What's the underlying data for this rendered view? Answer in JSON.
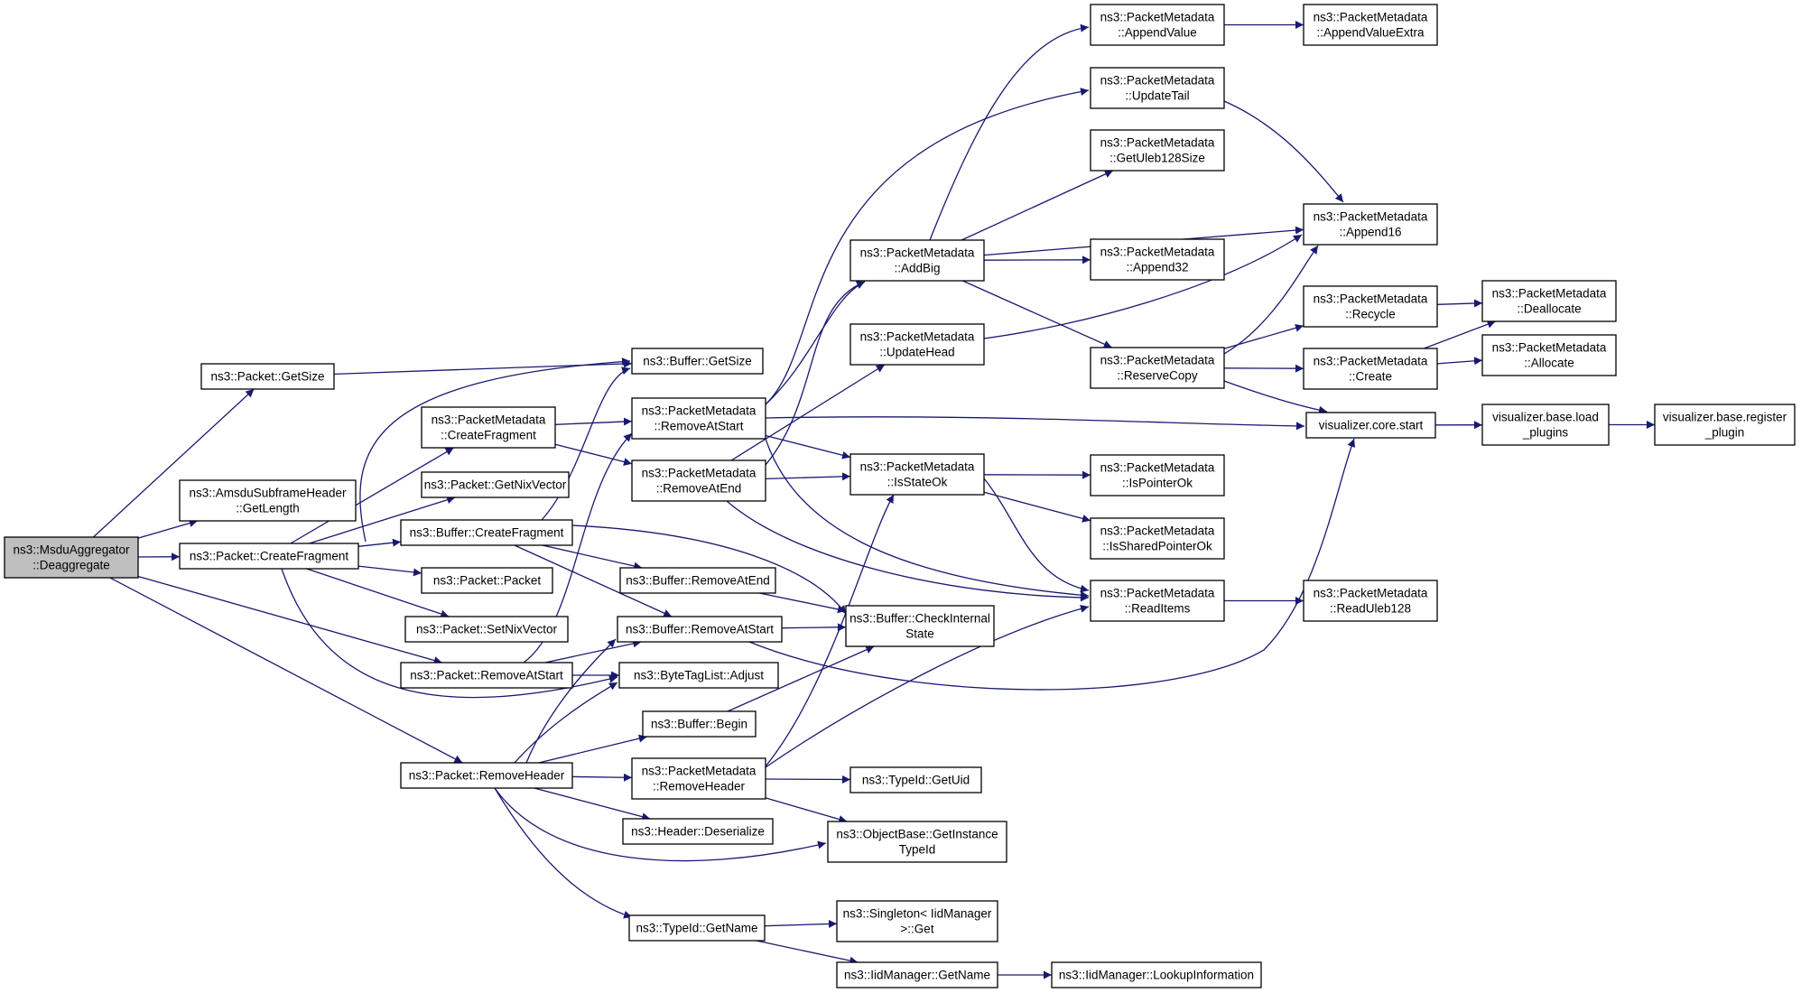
{
  "graph": {
    "root": "deaggregate",
    "edge_color": "#191970",
    "root_fill": "#bfbfbf",
    "nodes": [
      {
        "id": "deaggregate",
        "lines": [
          "ns3::MsduAggregator",
          "::Deaggregate"
        ]
      },
      {
        "id": "packet_getsize",
        "lines": [
          "ns3::Packet::GetSize"
        ]
      },
      {
        "id": "amsdu_getlength",
        "lines": [
          "ns3::AmsduSubframeHeader",
          "::GetLength"
        ]
      },
      {
        "id": "packet_createfragment",
        "lines": [
          "ns3::Packet::CreateFragment"
        ]
      },
      {
        "id": "packet_removeatstart",
        "lines": [
          "ns3::Packet::RemoveAtStart"
        ]
      },
      {
        "id": "packet_removeheader",
        "lines": [
          "ns3::Packet::RemoveHeader"
        ]
      },
      {
        "id": "buffer_getsize",
        "lines": [
          "ns3::Buffer::GetSize"
        ]
      },
      {
        "id": "pm_createfragment",
        "lines": [
          "ns3::PacketMetadata",
          "::CreateFragment"
        ]
      },
      {
        "id": "packet_getnixvector",
        "lines": [
          "ns3::Packet::GetNixVector"
        ]
      },
      {
        "id": "buffer_createfragment",
        "lines": [
          "ns3::Buffer::CreateFragment"
        ]
      },
      {
        "id": "packet_packet",
        "lines": [
          "ns3::Packet::Packet"
        ]
      },
      {
        "id": "packet_setnixvector",
        "lines": [
          "ns3::Packet::SetNixVector"
        ]
      },
      {
        "id": "pm_removeatstart",
        "lines": [
          "ns3::PacketMetadata",
          "::RemoveAtStart"
        ]
      },
      {
        "id": "pm_removeatend",
        "lines": [
          "ns3::PacketMetadata",
          "::RemoveAtEnd"
        ]
      },
      {
        "id": "buffer_removeatend",
        "lines": [
          "ns3::Buffer::RemoveAtEnd"
        ]
      },
      {
        "id": "buffer_removeatstart",
        "lines": [
          "ns3::Buffer::RemoveAtStart"
        ]
      },
      {
        "id": "bytetaglist_adjust",
        "lines": [
          "ns3::ByteTagList::Adjust"
        ]
      },
      {
        "id": "buffer_begin",
        "lines": [
          "ns3::Buffer::Begin"
        ]
      },
      {
        "id": "pm_removeheader",
        "lines": [
          "ns3::PacketMetadata",
          "::RemoveHeader"
        ]
      },
      {
        "id": "header_deserialize",
        "lines": [
          "ns3::Header::Deserialize"
        ]
      },
      {
        "id": "typeid_getname",
        "lines": [
          "ns3::TypeId::GetName"
        ]
      },
      {
        "id": "pm_addbig",
        "lines": [
          "ns3::PacketMetadata",
          "::AddBig"
        ]
      },
      {
        "id": "pm_updatehead",
        "lines": [
          "ns3::PacketMetadata",
          "::UpdateHead"
        ]
      },
      {
        "id": "pm_isstateok",
        "lines": [
          "ns3::PacketMetadata",
          "::IsStateOk"
        ]
      },
      {
        "id": "buffer_checkinternalstate",
        "lines": [
          "ns3::Buffer::CheckInternal",
          "State"
        ]
      },
      {
        "id": "typeid_getuid",
        "lines": [
          "ns3::TypeId::GetUid"
        ]
      },
      {
        "id": "objectbase_getinstancetypeid",
        "lines": [
          "ns3::ObjectBase::GetInstance",
          "TypeId"
        ]
      },
      {
        "id": "singleton_get",
        "lines": [
          "ns3::Singleton< IidManager",
          " >::Get"
        ]
      },
      {
        "id": "iidmanager_getname",
        "lines": [
          "ns3::IidManager::GetName"
        ]
      },
      {
        "id": "pm_appendvalue",
        "lines": [
          "ns3::PacketMetadata",
          "::AppendValue"
        ]
      },
      {
        "id": "pm_updatetail",
        "lines": [
          "ns3::PacketMetadata",
          "::UpdateTail"
        ]
      },
      {
        "id": "pm_getuleb128size",
        "lines": [
          "ns3::PacketMetadata",
          "::GetUleb128Size"
        ]
      },
      {
        "id": "pm_append32",
        "lines": [
          "ns3::PacketMetadata",
          "::Append32"
        ]
      },
      {
        "id": "pm_reservecopy",
        "lines": [
          "ns3::PacketMetadata",
          "::ReserveCopy"
        ]
      },
      {
        "id": "pm_ispointerok",
        "lines": [
          "ns3::PacketMetadata",
          "::IsPointerOk"
        ]
      },
      {
        "id": "pm_issharedpointerok",
        "lines": [
          "ns3::PacketMetadata",
          "::IsSharedPointerOk"
        ]
      },
      {
        "id": "pm_readitems",
        "lines": [
          "ns3::PacketMetadata",
          "::ReadItems"
        ]
      },
      {
        "id": "iidmanager_lookupinformation",
        "lines": [
          "ns3::IidManager::LookupInformation"
        ]
      },
      {
        "id": "pm_appendvalueextra",
        "lines": [
          "ns3::PacketMetadata",
          "::AppendValueExtra"
        ]
      },
      {
        "id": "pm_append16",
        "lines": [
          "ns3::PacketMetadata",
          "::Append16"
        ]
      },
      {
        "id": "pm_recycle",
        "lines": [
          "ns3::PacketMetadata",
          "::Recycle"
        ]
      },
      {
        "id": "pm_create",
        "lines": [
          "ns3::PacketMetadata",
          "::Create"
        ]
      },
      {
        "id": "visualizer_core_start",
        "lines": [
          "visualizer.core.start"
        ]
      },
      {
        "id": "pm_readuleb128",
        "lines": [
          "ns3::PacketMetadata",
          "::ReadUleb128"
        ]
      },
      {
        "id": "pm_deallocate",
        "lines": [
          "ns3::PacketMetadata",
          "::Deallocate"
        ]
      },
      {
        "id": "pm_allocate",
        "lines": [
          "ns3::PacketMetadata",
          "::Allocate"
        ]
      },
      {
        "id": "visualizer_base_load_plugins",
        "lines": [
          "visualizer.base.load",
          "_plugins"
        ]
      },
      {
        "id": "visualizer_base_register_plugin",
        "lines": [
          "visualizer.base.register",
          "_plugin"
        ]
      }
    ],
    "edges": [
      [
        "deaggregate",
        "packet_getsize"
      ],
      [
        "deaggregate",
        "amsdu_getlength"
      ],
      [
        "deaggregate",
        "packet_createfragment"
      ],
      [
        "deaggregate",
        "packet_removeatstart"
      ],
      [
        "deaggregate",
        "packet_removeheader"
      ],
      [
        "packet_getsize",
        "buffer_getsize"
      ],
      [
        "packet_createfragment",
        "buffer_getsize"
      ],
      [
        "packet_createfragment",
        "pm_createfragment"
      ],
      [
        "packet_createfragment",
        "packet_getnixvector"
      ],
      [
        "packet_createfragment",
        "buffer_createfragment"
      ],
      [
        "packet_createfragment",
        "packet_packet"
      ],
      [
        "packet_createfragment",
        "packet_setnixvector"
      ],
      [
        "packet_createfragment",
        "bytetaglist_adjust"
      ],
      [
        "pm_createfragment",
        "pm_removeatstart"
      ],
      [
        "pm_createfragment",
        "pm_removeatend"
      ],
      [
        "buffer_createfragment",
        "buffer_getsize"
      ],
      [
        "buffer_createfragment",
        "buffer_removeatend"
      ],
      [
        "buffer_createfragment",
        "buffer_removeatstart"
      ],
      [
        "buffer_createfragment",
        "buffer_checkinternalstate"
      ],
      [
        "packet_removeatstart",
        "pm_removeatstart"
      ],
      [
        "packet_removeatstart",
        "buffer_removeatstart"
      ],
      [
        "packet_removeatstart",
        "bytetaglist_adjust"
      ],
      [
        "packet_removeheader",
        "buffer_removeatstart"
      ],
      [
        "packet_removeheader",
        "bytetaglist_adjust"
      ],
      [
        "packet_removeheader",
        "buffer_begin"
      ],
      [
        "packet_removeheader",
        "pm_removeheader"
      ],
      [
        "packet_removeheader",
        "header_deserialize"
      ],
      [
        "packet_removeheader",
        "objectbase_getinstancetypeid"
      ],
      [
        "packet_removeheader",
        "typeid_getname"
      ],
      [
        "pm_removeatstart",
        "pm_addbig"
      ],
      [
        "pm_removeatstart",
        "pm_updatetail"
      ],
      [
        "pm_removeatstart",
        "pm_isstateok"
      ],
      [
        "pm_removeatstart",
        "pm_readitems"
      ],
      [
        "pm_removeatstart",
        "visualizer_core_start"
      ],
      [
        "pm_removeatend",
        "pm_addbig"
      ],
      [
        "pm_removeatend",
        "pm_updatehead"
      ],
      [
        "pm_removeatend",
        "pm_isstateok"
      ],
      [
        "pm_removeatend",
        "pm_readitems"
      ],
      [
        "buffer_removeatend",
        "buffer_checkinternalstate"
      ],
      [
        "buffer_removeatstart",
        "buffer_checkinternalstate"
      ],
      [
        "buffer_removeatstart",
        "visualizer_core_start"
      ],
      [
        "buffer_begin",
        "buffer_checkinternalstate"
      ],
      [
        "pm_removeheader",
        "pm_isstateok"
      ],
      [
        "pm_removeheader",
        "pm_readitems"
      ],
      [
        "pm_removeheader",
        "typeid_getuid"
      ],
      [
        "pm_removeheader",
        "objectbase_getinstancetypeid"
      ],
      [
        "typeid_getname",
        "singleton_get"
      ],
      [
        "typeid_getname",
        "iidmanager_getname"
      ],
      [
        "iidmanager_getname",
        "iidmanager_lookupinformation"
      ],
      [
        "pm_addbig",
        "pm_appendvalue"
      ],
      [
        "pm_addbig",
        "pm_getuleb128size"
      ],
      [
        "pm_addbig",
        "pm_append16"
      ],
      [
        "pm_addbig",
        "pm_append32"
      ],
      [
        "pm_addbig",
        "pm_reservecopy"
      ],
      [
        "pm_updatehead",
        "pm_append16"
      ],
      [
        "pm_updatetail",
        "pm_append16"
      ],
      [
        "pm_appendvalue",
        "pm_appendvalueextra"
      ],
      [
        "pm_isstateok",
        "pm_ispointerok"
      ],
      [
        "pm_isstateok",
        "pm_issharedpointerok"
      ],
      [
        "pm_isstateok",
        "pm_readitems"
      ],
      [
        "pm_reservecopy",
        "pm_append16"
      ],
      [
        "pm_reservecopy",
        "pm_recycle"
      ],
      [
        "pm_reservecopy",
        "pm_create"
      ],
      [
        "pm_reservecopy",
        "visualizer_core_start"
      ],
      [
        "pm_readitems",
        "pm_readuleb128"
      ],
      [
        "pm_recycle",
        "pm_deallocate"
      ],
      [
        "pm_create",
        "pm_deallocate"
      ],
      [
        "pm_create",
        "pm_allocate"
      ],
      [
        "visualizer_core_start",
        "visualizer_base_load_plugins"
      ],
      [
        "visualizer_base_load_plugins",
        "visualizer_base_register_plugin"
      ]
    ]
  }
}
